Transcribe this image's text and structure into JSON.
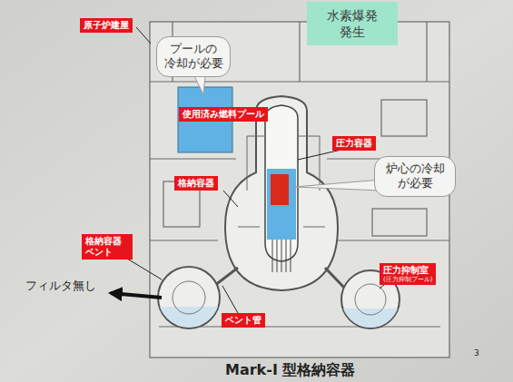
{
  "diagram": {
    "caption": "Mark-I 型格納容器",
    "nodes": [
      {
        "text": [
          "原子炉建屋"
        ]
      },
      {
        "text": [
          "プールの 冷却が必要"
        ]
      },
      {
        "text": [
          "水素爆発 発生"
        ]
      },
      {
        "text": [
          "使用済み燃料プール"
        ]
      },
      {
        "text": [
          "圧力容器"
        ]
      },
      {
        "text": [
          "格納容器"
        ]
      },
      {
        "text": [
          "炉心の冷却 が必要"
        ]
      },
      {
        "text": [
          "格納容器 ベント"
        ]
      },
      {
        "text": [
          "ベント管"
        ]
      },
      {
        "text": [
          "圧力抑制室",
          "(圧力抑制プール)"
        ]
      }
    ],
    "labels": [
      "フィルタ無し",
      "3"
    ]
  }
}
